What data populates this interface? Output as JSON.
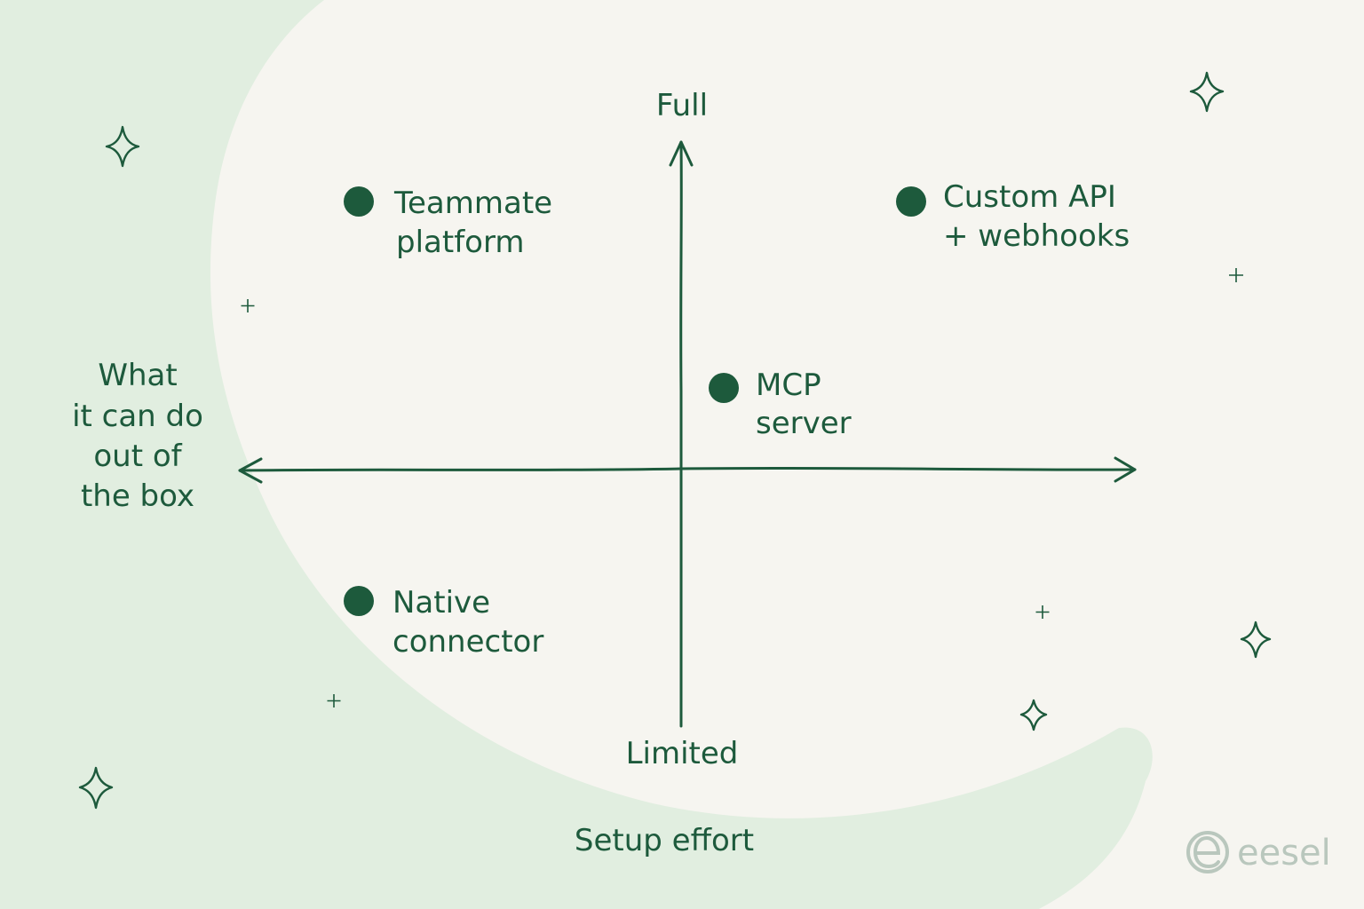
{
  "colors": {
    "background": "#f6f5f0",
    "swoosh": "#e1eee0",
    "ink": "#1d5a3c",
    "brand_mark": "#b9c7bd"
  },
  "axes": {
    "y_top_label": "Full",
    "y_bottom_label": "Limited",
    "x_title": "Setup effort",
    "y_title_lines": [
      "What",
      "it can do",
      "out of",
      "the box"
    ]
  },
  "points": [
    {
      "id": "teammate-platform",
      "lines": [
        "Teammate",
        "platform"
      ],
      "quadrant": "top-left"
    },
    {
      "id": "custom-api-webhooks",
      "lines": [
        "Custom API",
        "+ webhooks"
      ],
      "quadrant": "top-right"
    },
    {
      "id": "mcp-server",
      "lines": [
        "MCP",
        "server"
      ],
      "quadrant": "center-right"
    },
    {
      "id": "native-connector",
      "lines": [
        "Native",
        "connector"
      ],
      "quadrant": "bottom-left"
    }
  ],
  "decorations": {
    "sparkle_icon": "four-point-star-icon",
    "plus_icon": "plus-sparkle-icon"
  },
  "brand": {
    "logo_icon": "eesel-logo-icon",
    "name": "eesel"
  }
}
